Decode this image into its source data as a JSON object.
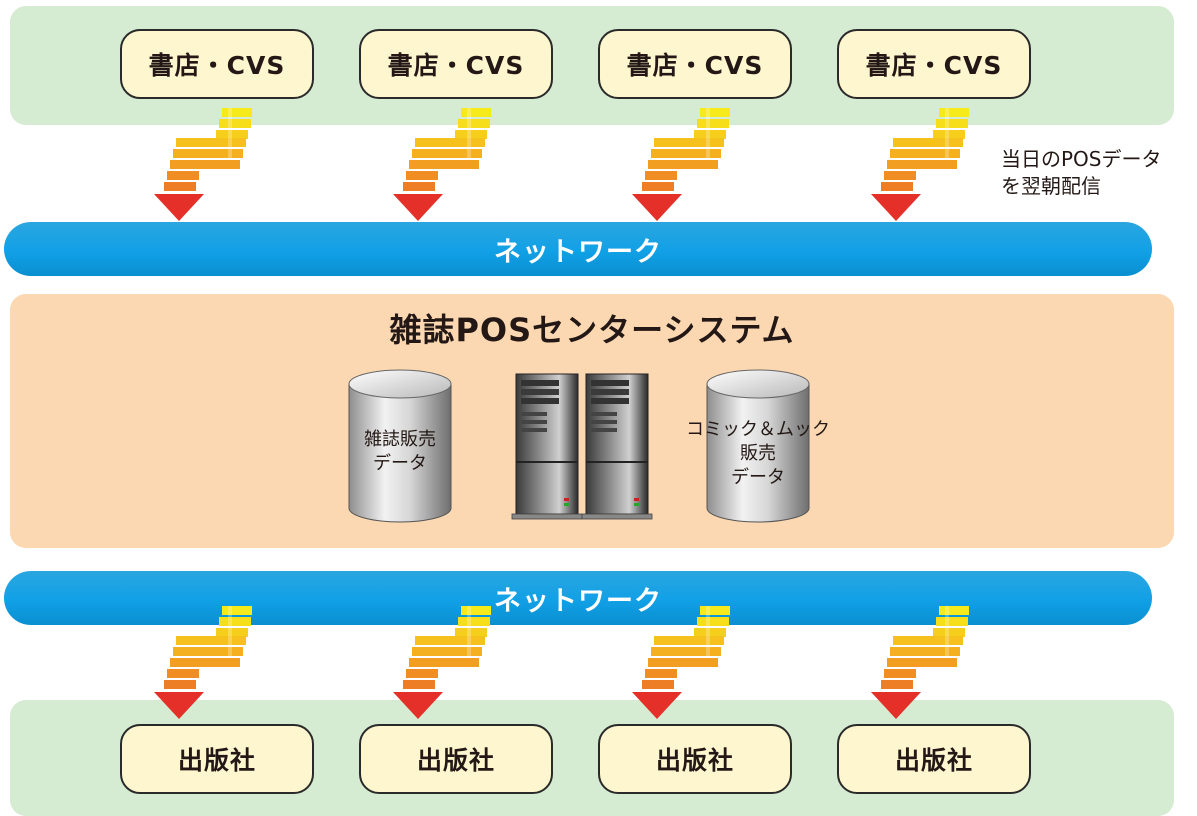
{
  "stores": [
    "書店・CVS",
    "書店・CVS",
    "書店・CVS",
    "書店・CVS"
  ],
  "publishers": [
    "出版社",
    "出版社",
    "出版社",
    "出版社"
  ],
  "network_top_label": "ネットワーク",
  "network_bottom_label": "ネットワーク",
  "center_title": "雑誌POSセンターシステム",
  "db_left_label": "雑誌販売\nデータ",
  "db_right_label": "コミック＆ムック\n販売\nデータ",
  "note": "当日のPOSデータ\nを翌朝配信",
  "colors": {
    "band_green": "#d6ecd2",
    "band_orange": "#fbd8b1",
    "node_fill": "#fdf6cf",
    "network_blue": "#11a0e6",
    "arrow_red": "#e5302a",
    "arrow_yellow": "#f5e417"
  },
  "icons": [
    "lightning-arrow-icon",
    "database-cylinder-icon",
    "server-rack-icon"
  ]
}
